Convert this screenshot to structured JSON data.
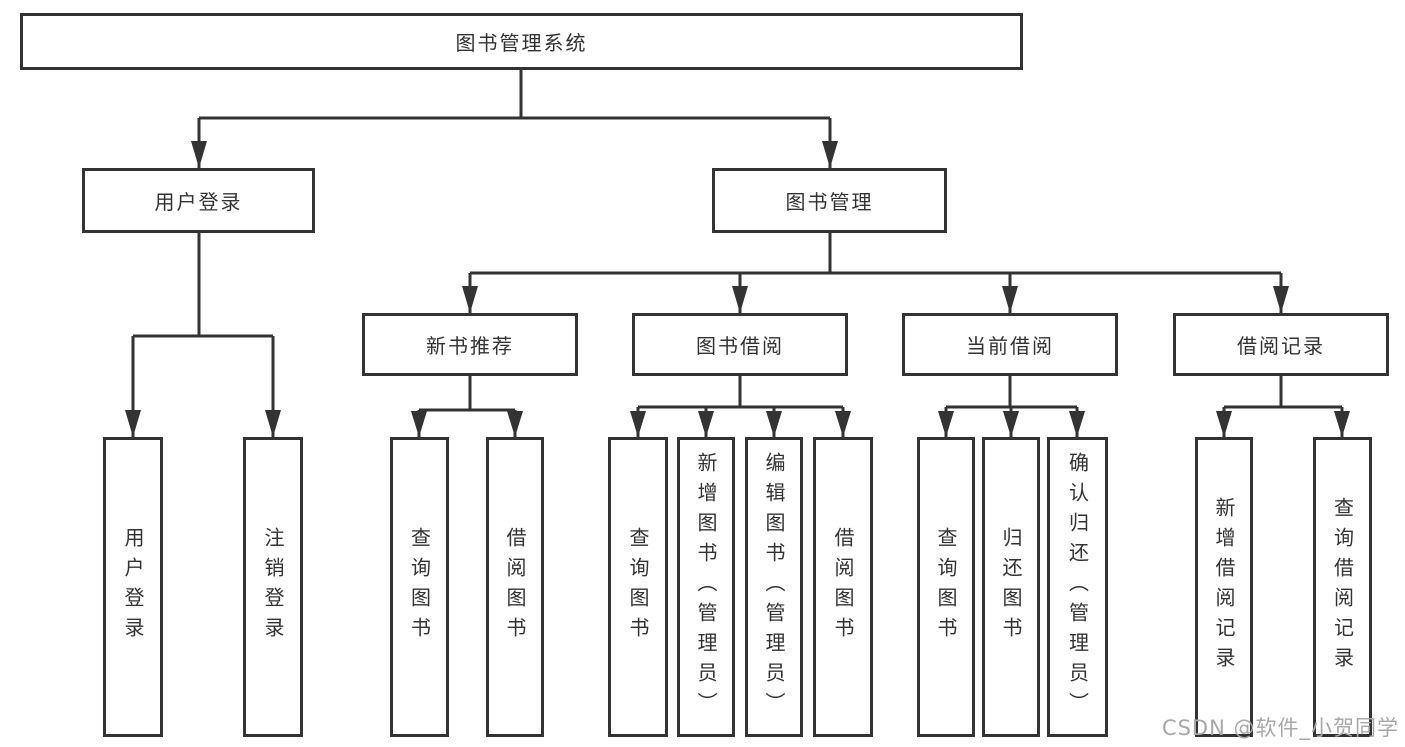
{
  "colors": {
    "line": "#333333",
    "box_border": "#333333",
    "box_background": "#ffffff",
    "text": "#333333",
    "watermark": "#a8a8a8",
    "page_background": "#ffffff"
  },
  "diagram": {
    "root_label": "图书管理系统",
    "login": {
      "label": "用户登录",
      "children": [
        "用户登录",
        "注销登录"
      ]
    },
    "management": {
      "label": "图书管理",
      "sections": [
        {
          "label": "新书推荐",
          "children": [
            "查询图书",
            "借阅图书"
          ]
        },
        {
          "label": "图书借阅",
          "children": [
            "查询图书",
            "新增图书（管理员）",
            "编辑图书（管理员）",
            "借阅图书"
          ]
        },
        {
          "label": "当前借阅",
          "children": [
            "查询图书",
            "归还图书",
            "确认归还（管理员）"
          ]
        },
        {
          "label": "借阅记录",
          "children": [
            "新增借阅记录",
            "查询借阅记录"
          ]
        }
      ]
    }
  },
  "watermark": "CSDN @软件_小贺同学"
}
